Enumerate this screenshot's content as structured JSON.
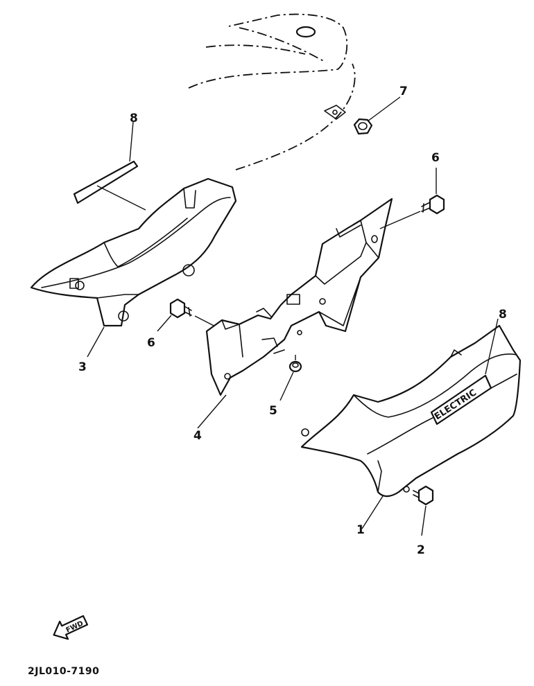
{
  "callouts": {
    "c1": "1",
    "c2": "2",
    "c3": "3",
    "c4": "4",
    "c5": "5",
    "c6a": "6",
    "c6b": "6",
    "c7": "7",
    "c8a": "8",
    "c8b": "8"
  },
  "emblem_text": "ELECTRIC",
  "fwd_label": "FWD",
  "drawing_code": "2JL010-7190"
}
